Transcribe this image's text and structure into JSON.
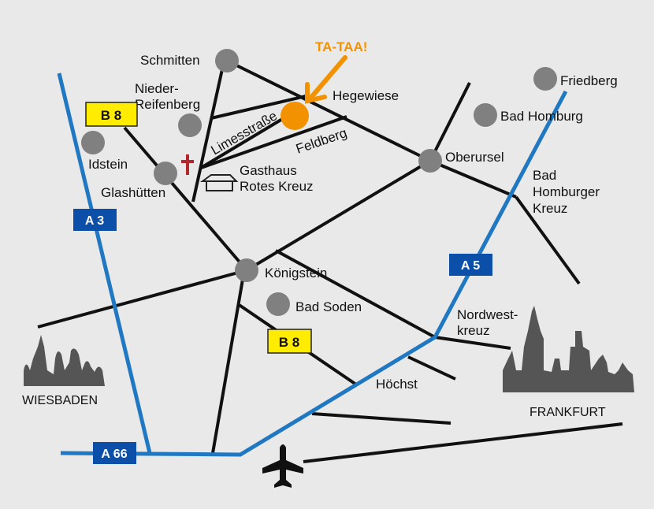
{
  "map": {
    "callout": "TA-TAA!",
    "colors": {
      "highlight": "#f39200",
      "highway": "#1f78c1",
      "highway_sign": "#0b4fa8",
      "federal_sign": "#ffec00",
      "town": "#808080",
      "church": "#b5272d",
      "background": "#e9e9e9"
    },
    "towns": {
      "schmitten": "Schmitten",
      "nieder_reifenberg_1": "Nieder-",
      "nieder_reifenberg_2": "Reifenberg",
      "hegewiese": "Hegewiese",
      "idstein": "Idstein",
      "glashuetten": "Glashütten",
      "oberursel": "Oberursel",
      "friedberg": "Friedberg",
      "bad_homburg": "Bad Homburg",
      "koenigstein": "Königstein",
      "bad_soden": "Bad Soden",
      "hoechst": "Höchst"
    },
    "roads": {
      "limesstrasse": "Limesstraße",
      "feldberg": "Feldberg"
    },
    "landmarks": {
      "gasthaus_1": "Gasthaus",
      "gasthaus_2": "Rotes Kreuz",
      "bad_homburger_kreuz_1": "Bad",
      "bad_homburger_kreuz_2": "Homburger",
      "bad_homburger_kreuz_3": "Kreuz",
      "nordwestkreuz_1": "Nordwest-",
      "nordwestkreuz_2": "kreuz"
    },
    "cities": {
      "wiesbaden": "WIESBADEN",
      "frankfurt": "FRANKFURT"
    },
    "signs": {
      "b8_north": "B 8",
      "b8_south": "B 8",
      "a3": "A 3",
      "a5": "A 5",
      "a66": "A 66"
    },
    "icons": {
      "church": "cross-icon",
      "inn": "house-icon",
      "airport": "airplane-icon",
      "arrow": "arrow-icon"
    }
  }
}
